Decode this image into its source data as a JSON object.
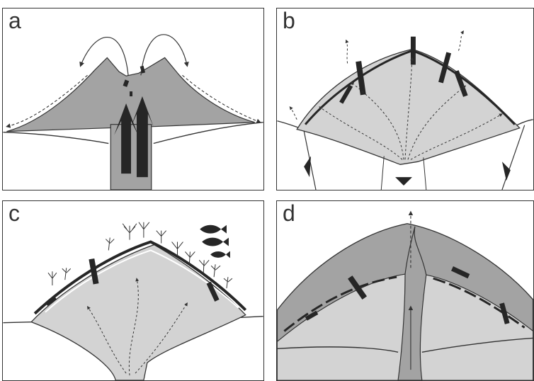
{
  "panels": [
    {
      "label": "a"
    },
    {
      "label": "b"
    },
    {
      "label": "c"
    },
    {
      "label": "d"
    }
  ],
  "colors": {
    "body_fill": "#a3a3a3",
    "light_fill": "#d3d3d3",
    "dark": "#262626",
    "line": "#333333",
    "paper": "#ffffff"
  }
}
